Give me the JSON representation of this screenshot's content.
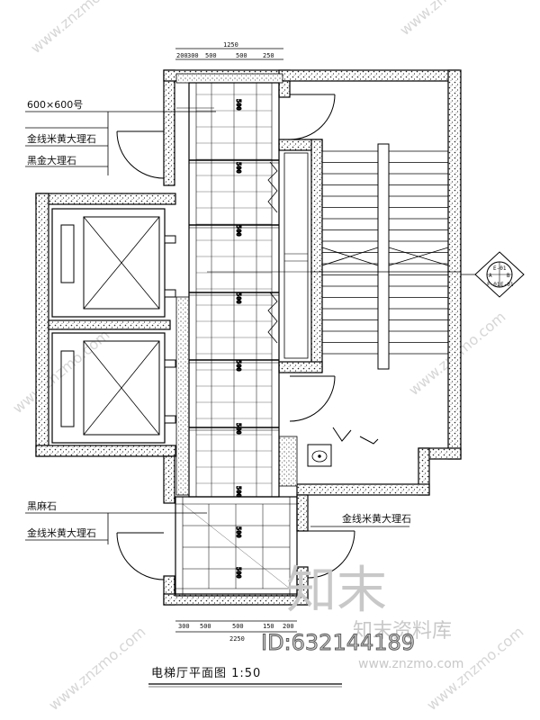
{
  "dimensions": {
    "top_total": "1250",
    "top_segments": [
      "200",
      "300",
      "500",
      "500",
      "250"
    ],
    "bottom_segments": [
      "300",
      "500",
      "500",
      "150",
      "200"
    ],
    "bottom_total": "2250",
    "vertical_repeat": "500"
  },
  "annotations": {
    "upper_spec": "600×600号",
    "upper_material": "金线米黄大理石",
    "upper_border": "黑金大理石",
    "lower_spec": "黑麻石",
    "lower_material": "金线米黄大理石",
    "right_material": "金线米黄大理石"
  },
  "section_tag": {
    "top": "E-01",
    "left": "A",
    "right": "B",
    "bottom_left": "F-01",
    "bottom_right": "E-01"
  },
  "drawing_title": "电梯厅平面图 1:50",
  "watermark": {
    "brand_large": "知末",
    "brand_text": "知末资料库",
    "id_text": "ID:632144189",
    "url": "www.znzmo.com"
  }
}
